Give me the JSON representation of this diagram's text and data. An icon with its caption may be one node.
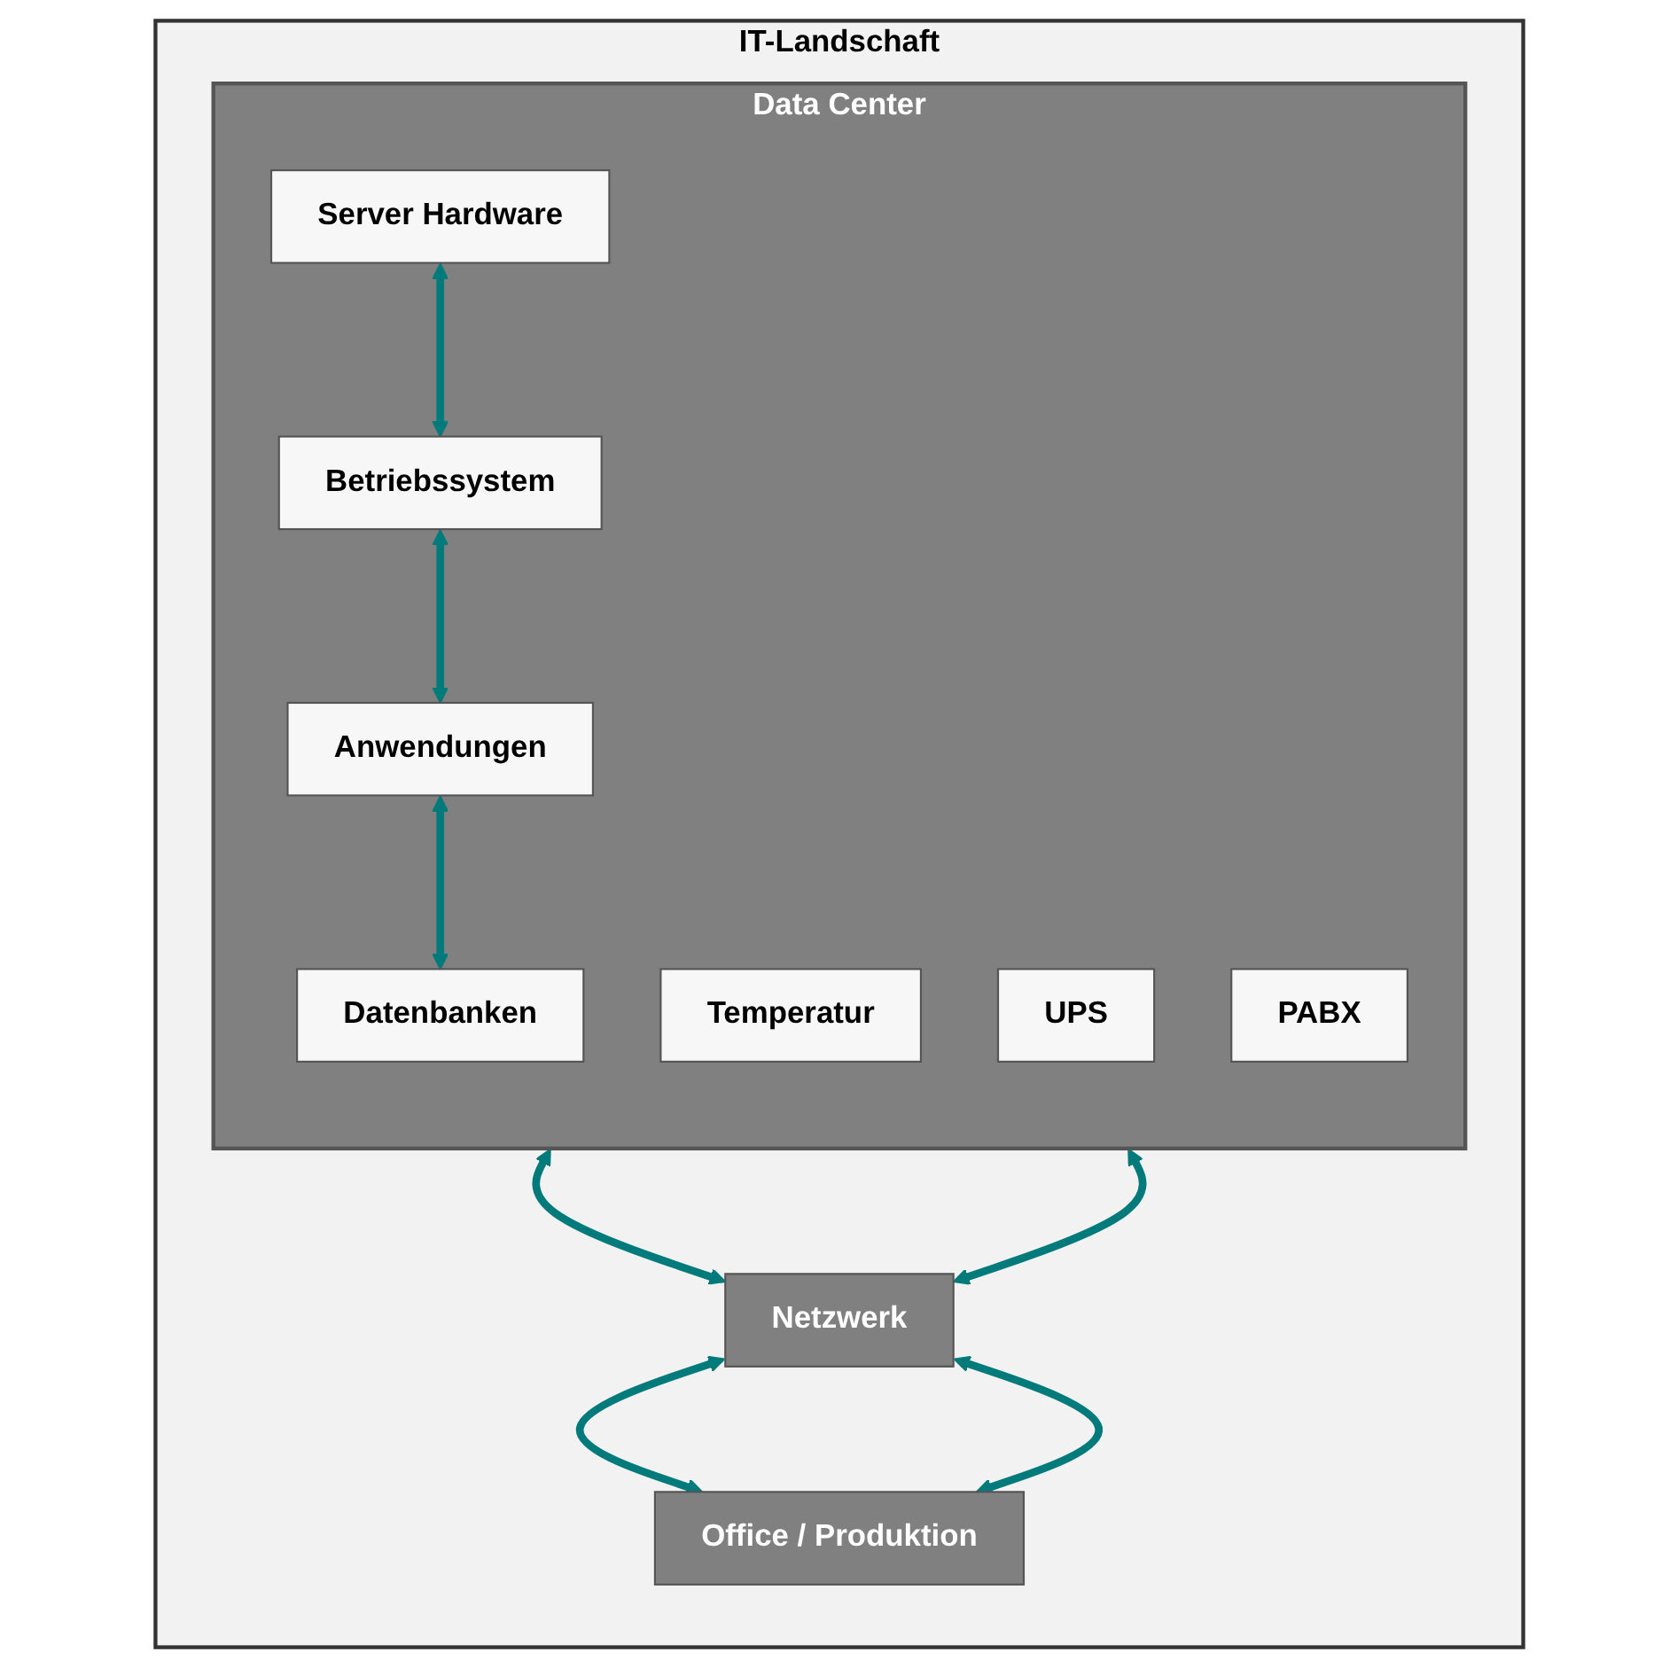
{
  "diagram": {
    "nodes": [
      {
        "text": [
          "IT-Landschaft"
        ]
      },
      {
        "text": [
          "Data Center"
        ],
        "in": 0
      },
      {
        "text": [
          "Server Hardware"
        ],
        "in": 1
      },
      {
        "text": [
          "Betriebssystem"
        ],
        "in": 1
      },
      {
        "text": [
          "Anwendungen"
        ],
        "in": 1
      },
      {
        "text": [
          "Datenbanken"
        ],
        "in": 1
      },
      {
        "text": [
          "Temperatur"
        ],
        "in": 1
      },
      {
        "text": [
          "UPS"
        ],
        "in": 1
      },
      {
        "text": [
          "PABX"
        ],
        "in": 1
      },
      {
        "text": [
          "Netzwerk"
        ],
        "in": 0
      },
      {
        "text": [
          "Office / Produktion"
        ],
        "in": 0
      }
    ],
    "edges": [
      {
        "from": 2,
        "to": 3,
        "arrow": "both"
      },
      {
        "from": 3,
        "to": 4,
        "arrow": "both"
      },
      {
        "from": 4,
        "to": 5,
        "arrow": "both"
      },
      {
        "from": 1,
        "to": 9,
        "arrow": "both"
      },
      {
        "from": 1,
        "to": 9,
        "arrow": "both"
      },
      {
        "from": 9,
        "to": 10,
        "arrow": "both"
      },
      {
        "from": 9,
        "to": 10,
        "arrow": "both"
      }
    ]
  }
}
